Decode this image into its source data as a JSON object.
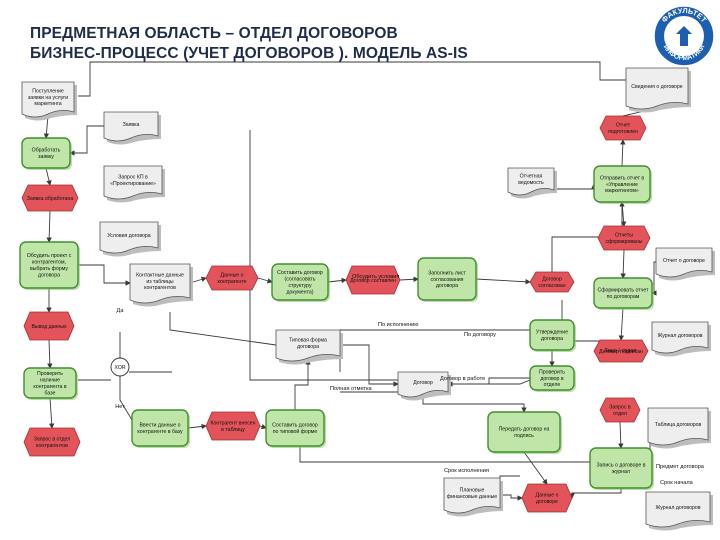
{
  "title": {
    "line1": "ПРЕДМЕТНАЯ ОБЛАСТЬ – ОТДЕЛ ДОГОВОРОВ",
    "line2": "БИЗНЕС-ПРОЦЕСС (УЧЕТ ДОГОВОРОВ ). МОДЕЛЬ AS-IS"
  },
  "logo": {
    "text_top": "ФАКУЛЬТЕТ",
    "text_bottom": "ИНФОРМАТИКИ"
  },
  "colors": {
    "event_fill": "#e2545a",
    "function_fill": "#bfe6a8",
    "function_stroke": "#3f8f2e",
    "document_fill": "#eeeeee",
    "line": "#3a3a3a"
  },
  "nodes": [
    {
      "id": "d1",
      "type": "document",
      "text": "Поступление заявки на услуги маркетинга"
    },
    {
      "id": "d2",
      "type": "document",
      "text": "Заявка"
    },
    {
      "id": "f1",
      "type": "function",
      "text": "Обработать заявку"
    },
    {
      "id": "e1",
      "type": "event",
      "text": "Заявка обработана"
    },
    {
      "id": "d3",
      "type": "document",
      "text": "Запрос КП в «Проектирование»"
    },
    {
      "id": "d4",
      "type": "document",
      "text": "Условия договора"
    },
    {
      "id": "f2",
      "type": "function",
      "text": "Обсудить проект с контрагентом, выбрать форму договора"
    },
    {
      "id": "d5",
      "type": "document",
      "text": "Контактные данные из таблицы контрагентов"
    },
    {
      "id": "e2",
      "type": "event",
      "text": "Данные о контрагенте"
    },
    {
      "id": "f3",
      "type": "function",
      "text": "Составить договор (согласовать структуру документа)"
    },
    {
      "id": "e3",
      "type": "event",
      "text": "Договор составлен"
    },
    {
      "id": "f4",
      "type": "function",
      "text": "Заполнить лист согласования договора"
    },
    {
      "id": "e4",
      "type": "event",
      "text": "Договор согласован"
    },
    {
      "id": "d6",
      "type": "document",
      "text": "Сведения о договоре"
    },
    {
      "id": "e5",
      "type": "event",
      "text": "Отчет подготовлен"
    },
    {
      "id": "d7",
      "type": "document",
      "text": "Отчетная ведомость"
    },
    {
      "id": "f5",
      "type": "function",
      "text": "Отправить отчет в «Управление маркетингом»"
    },
    {
      "id": "e6",
      "type": "event",
      "text": "Отчеты сформированы"
    },
    {
      "id": "d8",
      "type": "document",
      "text": "Отчет о договоре"
    },
    {
      "id": "f6",
      "type": "function",
      "text": "Сформировать отчет по договорам"
    },
    {
      "id": "d9",
      "type": "document",
      "text": "Журнал договоров"
    },
    {
      "id": "e7",
      "type": "event",
      "text": "Договор подписан"
    },
    {
      "id": "f7",
      "type": "function",
      "text": "Утверждение договора"
    },
    {
      "id": "f8",
      "type": "function",
      "text": "Проверить договор в отделе"
    },
    {
      "id": "e8",
      "type": "event",
      "text": "Запрос в отдел"
    },
    {
      "id": "d10",
      "type": "document",
      "text": "Таблица договоров"
    },
    {
      "id": "d11",
      "type": "document",
      "text": "Типовая форма договора"
    },
    {
      "id": "d12",
      "type": "document",
      "text": "Договор"
    },
    {
      "id": "e9",
      "type": "event",
      "text": "Вывод данных"
    },
    {
      "id": "f9",
      "type": "function",
      "text": "Проверить наличие контрагента в базе"
    },
    {
      "id": "e10",
      "type": "event",
      "text": "Запрос в отдел контрагентов"
    },
    {
      "id": "f10",
      "type": "function",
      "text": "Ввести данные о контрагенте в базу"
    },
    {
      "id": "e11",
      "type": "event",
      "text": "Контрагент внесен в таблицу"
    },
    {
      "id": "f11",
      "type": "function",
      "text": "Составить договор по типовой форме"
    },
    {
      "id": "f12",
      "type": "function",
      "text": "Передать договор на подпись"
    },
    {
      "id": "e12",
      "type": "event",
      "text": "Данные о договоре"
    },
    {
      "id": "f13",
      "type": "function",
      "text": "Запись о договоре в журнал"
    },
    {
      "id": "d13",
      "type": "document",
      "text": "Плановые финансовые данные"
    },
    {
      "id": "d14",
      "type": "document",
      "text": "Журнал договоров"
    }
  ],
  "connectors": [
    {
      "id": "c1",
      "text": "XOR"
    },
    {
      "id": "c2",
      "text": "Да"
    },
    {
      "id": "c3",
      "text": "Нет"
    }
  ],
  "edge_labels": [
    "По исполнению",
    "По договору",
    "Лицо / отдел",
    "Договор в работе",
    "Полная отметка",
    "Предмет договора",
    "Срок исполнения",
    "Срок начала",
    "Обсудить условия"
  ]
}
